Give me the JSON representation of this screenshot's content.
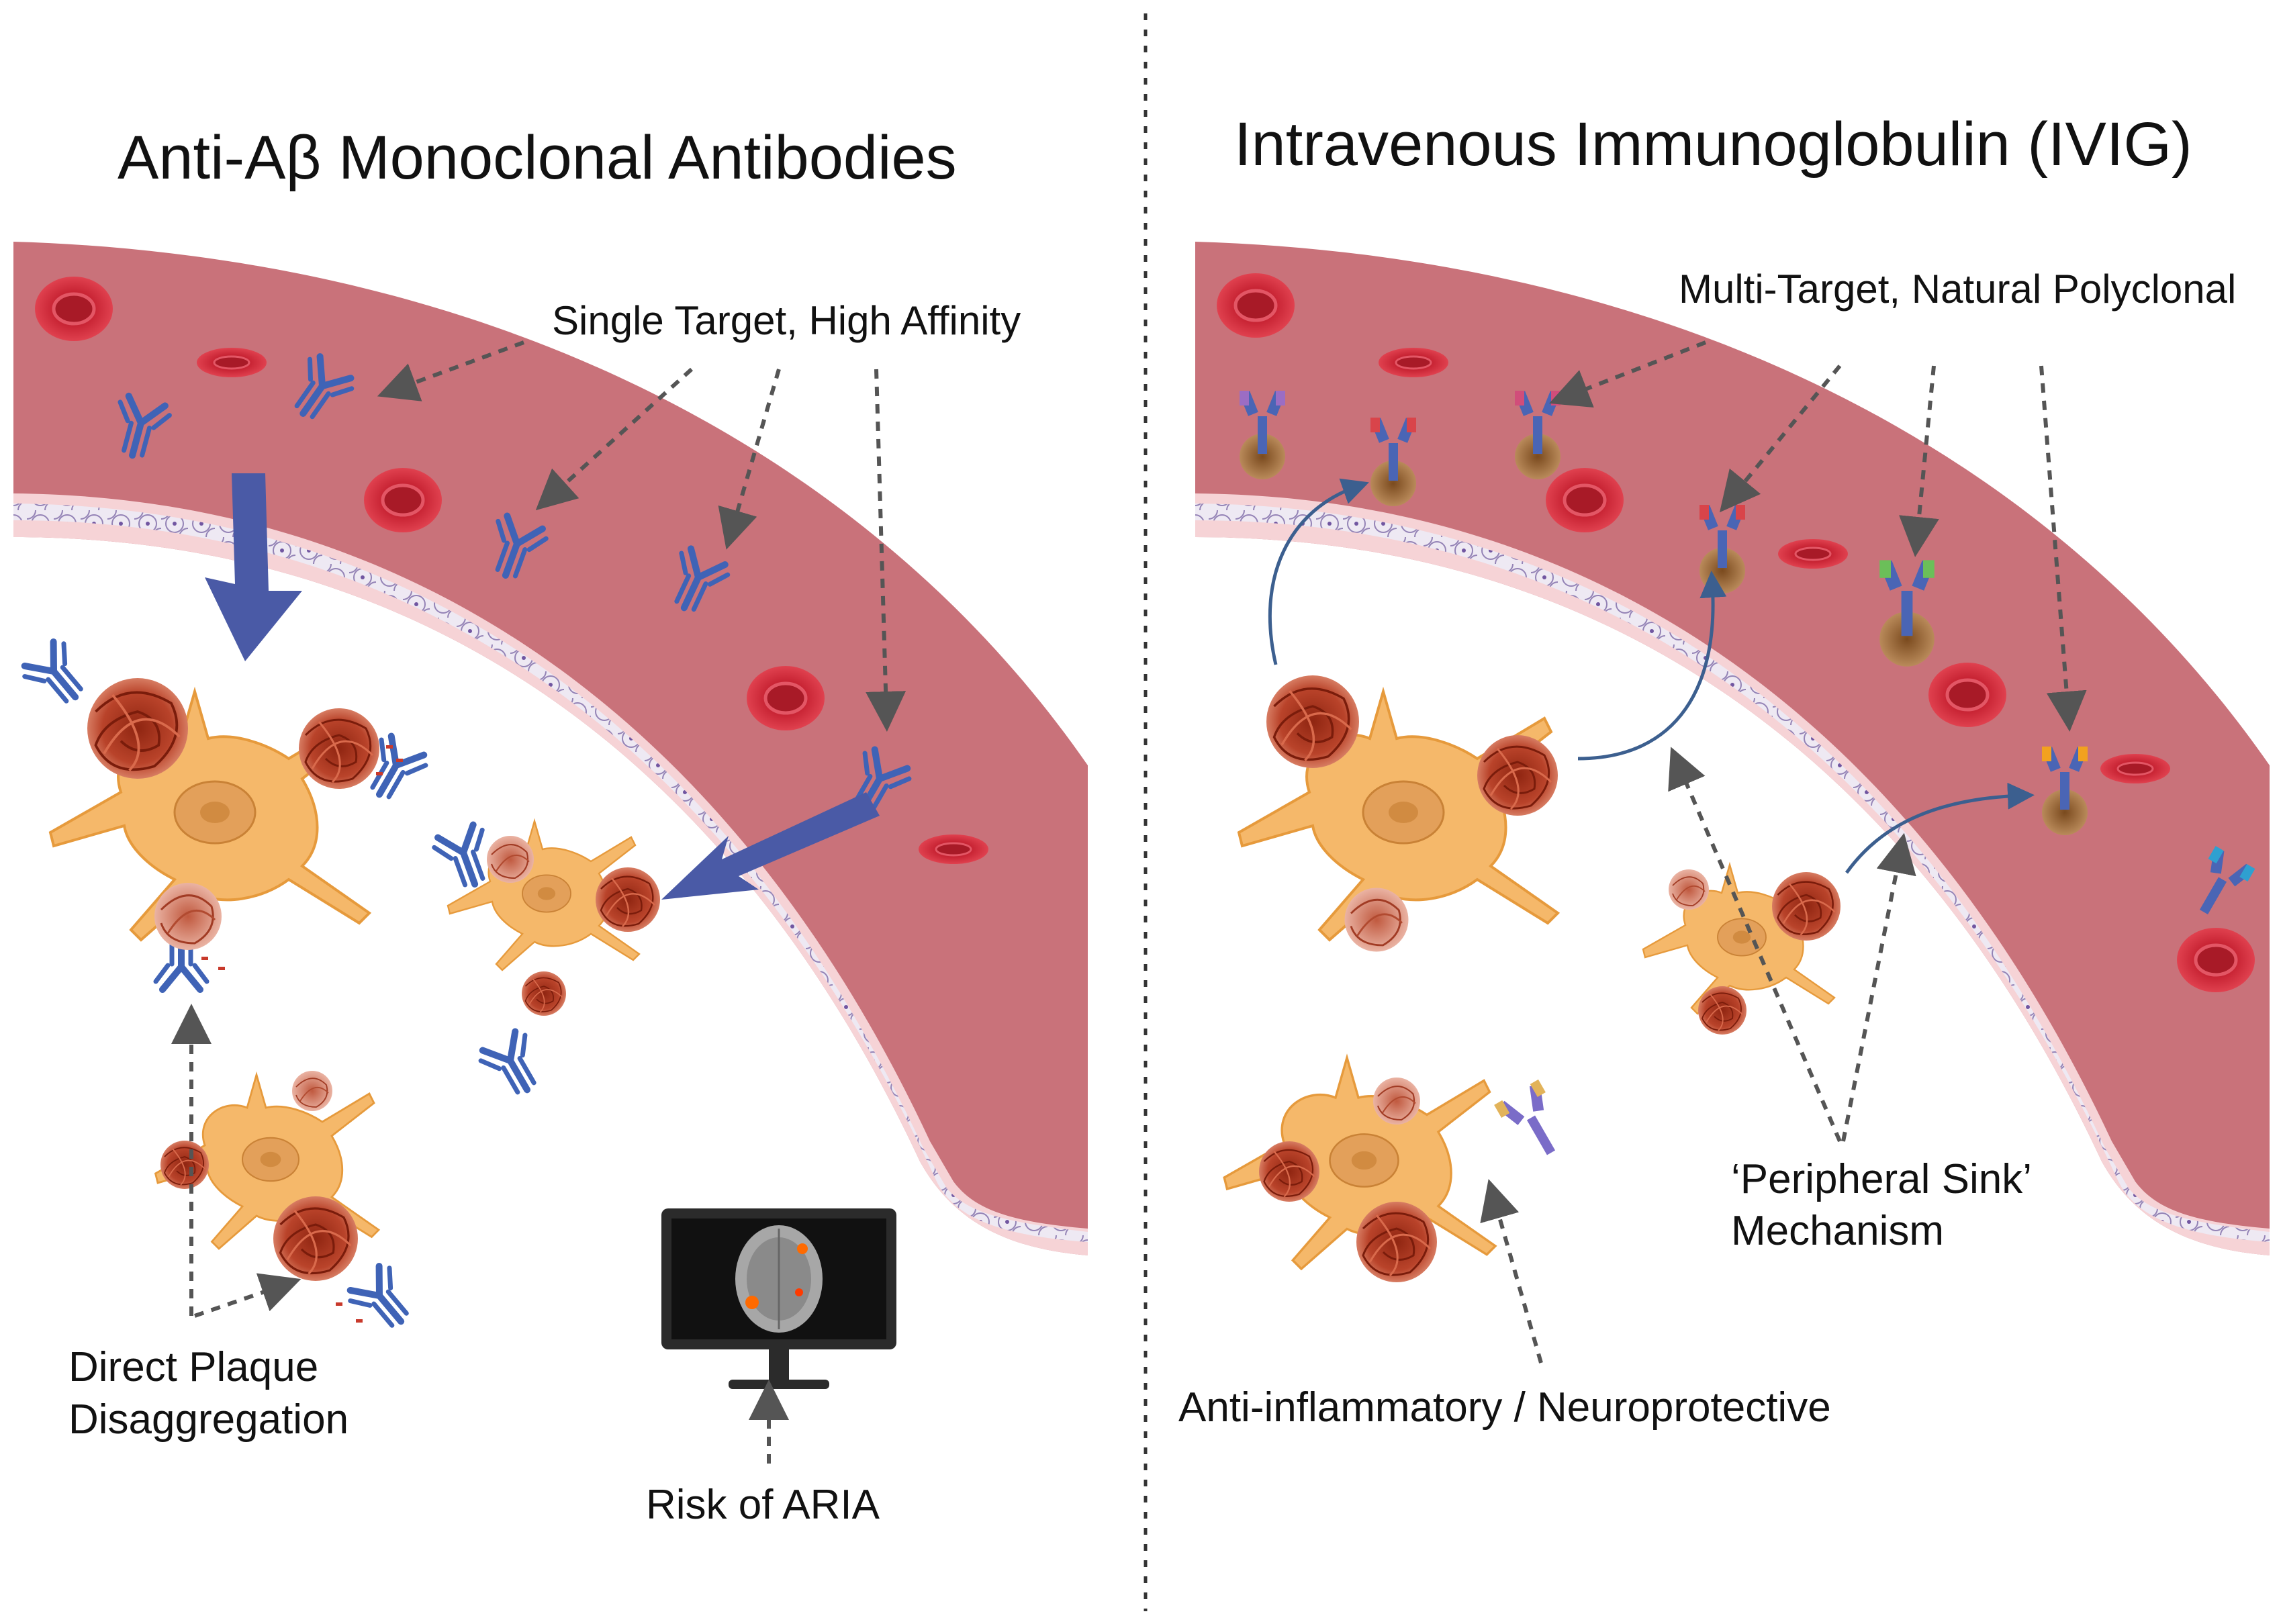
{
  "left_panel": {
    "title": "Anti-Aβ Monoclonal Antibodies",
    "label_single_target": "Single Target, High Affinity",
    "label_plaque_line1": "Direct Plaque",
    "label_plaque_line2": "Disaggregation",
    "label_aria": "Risk of ARIA"
  },
  "right_panel": {
    "title": "Intravenous Immunoglobulin (IVIG)",
    "label_multi_target": "Multi-Target, Natural Polyclonal",
    "label_sink_line1": "‘Peripheral Sink’",
    "label_sink_line2": "Mechanism",
    "label_anti_inflammatory": "Anti-inflammatory / Neuroprotective"
  },
  "colors": {
    "vessel": "#c9727a",
    "vessel_wall": "#f6d3d6",
    "endothelium": "#e9e4ef",
    "rbc": "#d2313f",
    "antibody_blue": "#3f63b6",
    "neuron": "#f5b86a",
    "plaque": "#b4381f",
    "arrow_blue": "#4a5aa6",
    "arrow_dash": "#555555"
  }
}
